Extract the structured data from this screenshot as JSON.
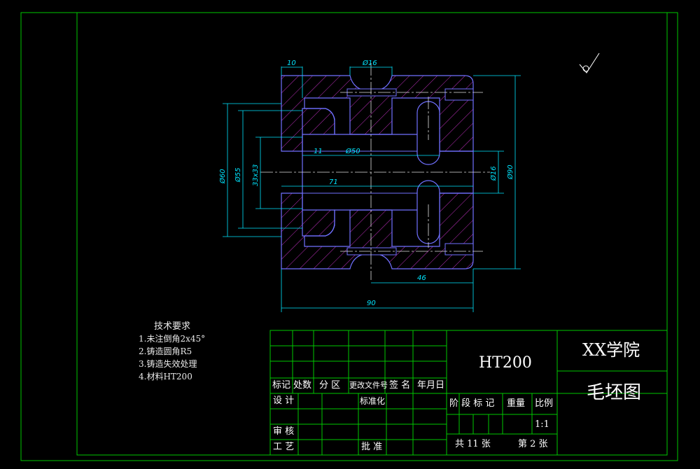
{
  "colors": {
    "frame": "#00c800",
    "part_outline": "#7070ff",
    "hatch": "#c030c0",
    "dimension": "#00e5ff",
    "centerline": "#e0e0e0",
    "text": "#ffffff"
  },
  "dimensions": {
    "d10": "10",
    "phi16_top": "Ø16",
    "d11": "11",
    "phi50": "Ø50",
    "d71": "71",
    "phi60": "Ø60",
    "phi55": "Ø55",
    "thread": "33x33",
    "phi16_right": "Ø16",
    "phi90": "Ø90",
    "d46": "46",
    "d90": "90"
  },
  "surface_symbol": "roughness-symbol",
  "technical_requirements": {
    "title": "技术要求",
    "items": [
      "1.未注倒角2x45°",
      "2.铸造圆角R5",
      "3.铸造失效处理",
      "4.材料HT200"
    ]
  },
  "title_block": {
    "material": "HT200",
    "school": "XX学院",
    "drawing_name": "毛坯图",
    "rev_headers": [
      "标记",
      "处数",
      "分 区",
      "更改文件号",
      "签 名",
      "年月日"
    ],
    "design": "设 计",
    "standardization": "标准化",
    "stage_headers": [
      "阶 段 标 记",
      "重量",
      "比例"
    ],
    "scale": "1:1",
    "review": "审 核",
    "process": "工 艺",
    "approve": "批 准",
    "sheets_total": "共 11 张",
    "sheet_number": "第 2 张"
  }
}
